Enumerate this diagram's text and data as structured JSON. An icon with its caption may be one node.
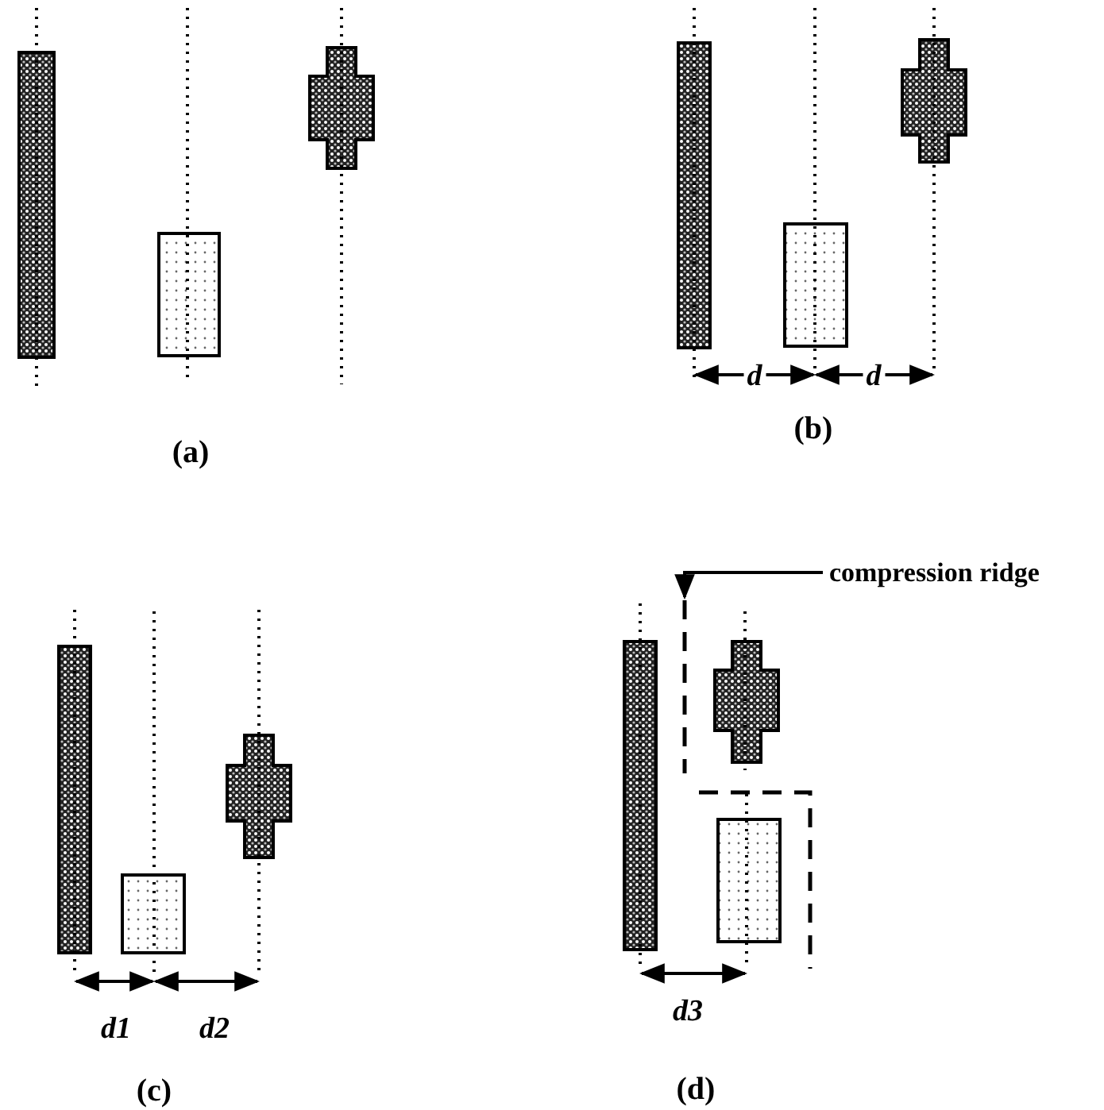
{
  "diagram": {
    "nodes": [
      {
        "text": [
          "compression ridge"
        ]
      },
      {
        "text": [],
        "shape": "line"
      }
    ],
    "edges": [
      {
        "from": 0,
        "to": 1,
        "arrow": "to"
      }
    ],
    "labels": [
      "d",
      "d",
      "(a)",
      "(b)",
      "d1",
      "d2",
      "d3",
      "(c)",
      "(d)"
    ]
  }
}
